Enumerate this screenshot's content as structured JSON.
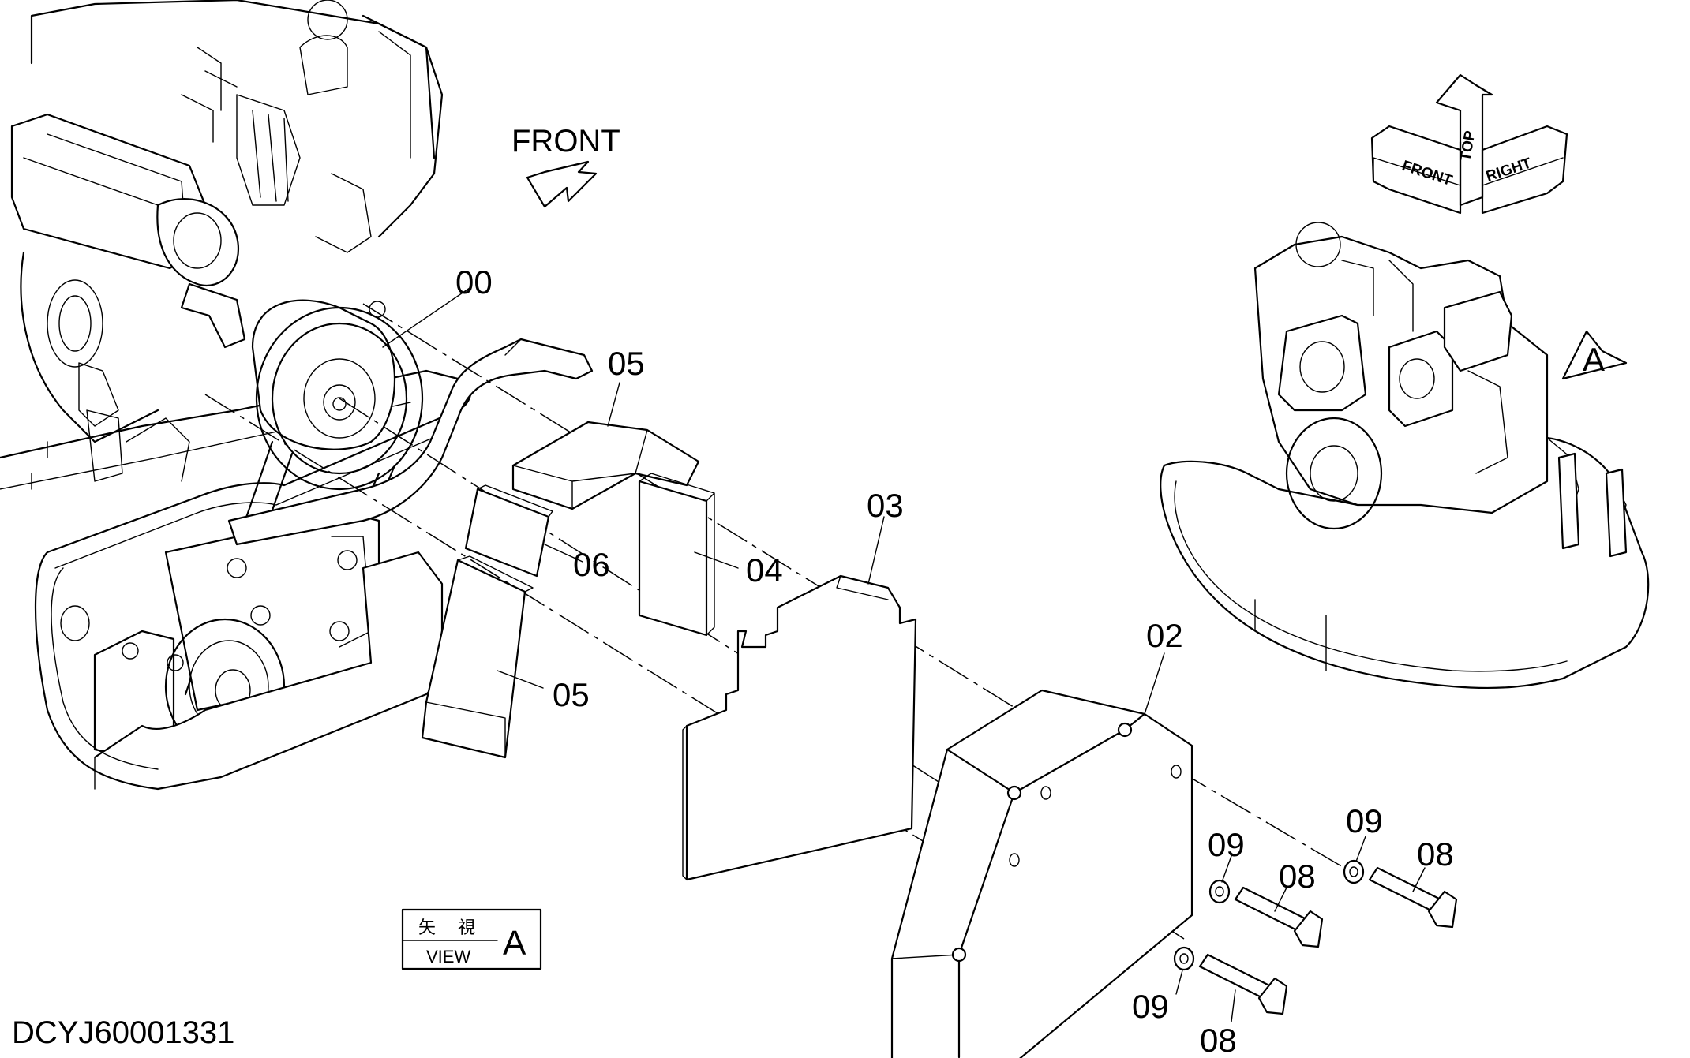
{
  "drawing": {
    "code": "DCYJ60001331",
    "front_label": "FRONT",
    "view_marker": "A"
  },
  "orientation_cube": {
    "top": "TOP",
    "front": "FRONT",
    "right": "RIGHT"
  },
  "view_box": {
    "kanji_1": "矢",
    "kanji_2": "視",
    "view": "VIEW",
    "letter": "A"
  },
  "callouts": [
    {
      "id": "00",
      "label": "00"
    },
    {
      "id": "05a",
      "label": "05"
    },
    {
      "id": "06",
      "label": "06"
    },
    {
      "id": "04",
      "label": "04"
    },
    {
      "id": "05b",
      "label": "05"
    },
    {
      "id": "03",
      "label": "03"
    },
    {
      "id": "02",
      "label": "02"
    },
    {
      "id": "09a",
      "label": "09"
    },
    {
      "id": "08a",
      "label": "08"
    },
    {
      "id": "09b",
      "label": "09"
    },
    {
      "id": "08b",
      "label": "08"
    },
    {
      "id": "09c",
      "label": "09"
    },
    {
      "id": "08c",
      "label": "08"
    }
  ]
}
